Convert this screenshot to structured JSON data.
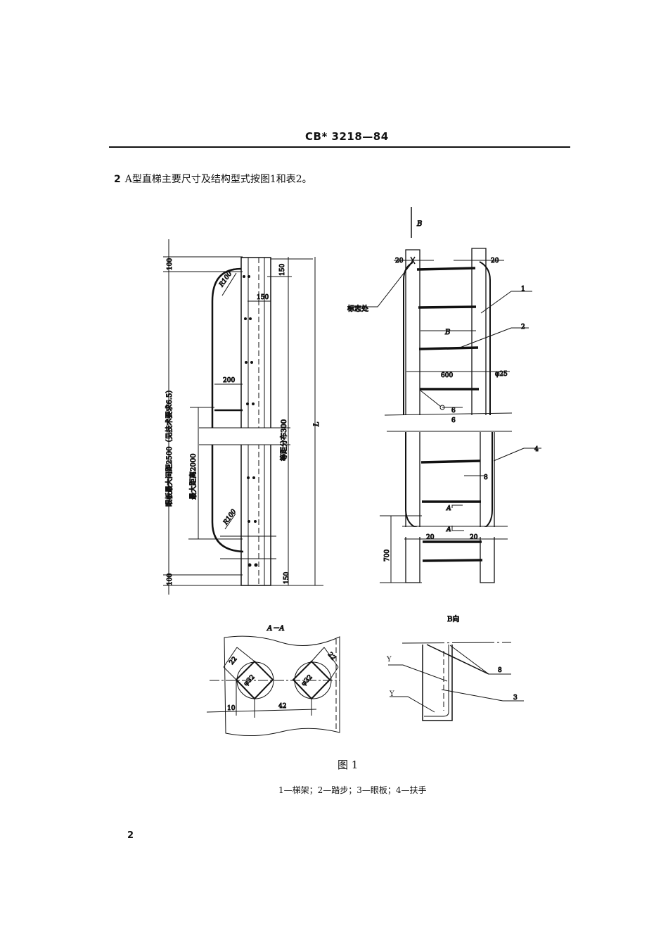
{
  "header": {
    "standard_number": "CB* 3218—84"
  },
  "paragraph": {
    "number": "2",
    "text": "A型直梯主要尺寸及结构型式按图1和表2。"
  },
  "figure": {
    "side_view": {
      "dim_100_top": "100",
      "dim_100_bottom": "100",
      "eyeplate_spacing": "眼板最大间距2500（见技术要求6.5）",
      "max_distance": "最大距离2000",
      "dim_200": "200",
      "radius_top": "R100",
      "radius_bottom": "R100",
      "dim_150_top": "150",
      "dim_150_mid": "150",
      "dim_150_bottom": "150",
      "equal_spacing": "等距分布300",
      "length": "L"
    },
    "front_view": {
      "view_arrow_label": "B",
      "dim_20_tl": "20",
      "dim_20_tr": "20",
      "mark_location": "标志处",
      "callout_1": "1",
      "callout_2": "2",
      "width_b": "B",
      "dim_600": "600",
      "dia_25": "φ25",
      "weld_6_top": "6",
      "weld_6_bottom": "6",
      "callout_4": "4",
      "dim_8": "8",
      "section_a_top": "A",
      "section_a_bottom": "A",
      "dim_20_bl": "20",
      "dim_20_br": "20",
      "dim_700": "700"
    },
    "section_aa": {
      "title": "A－A",
      "dim_22_left": "22",
      "dim_22_right": "22",
      "dia_32_left": "φ32",
      "dia_32_right": "φ32",
      "dim_10": "10",
      "dim_42": "42"
    },
    "view_b": {
      "title": "B向",
      "callout_8": "8",
      "callout_3": "3"
    },
    "caption": "图 1",
    "legend": "1—梯架；2—踏步；3—眼板；4—扶手"
  },
  "page_number": "2"
}
